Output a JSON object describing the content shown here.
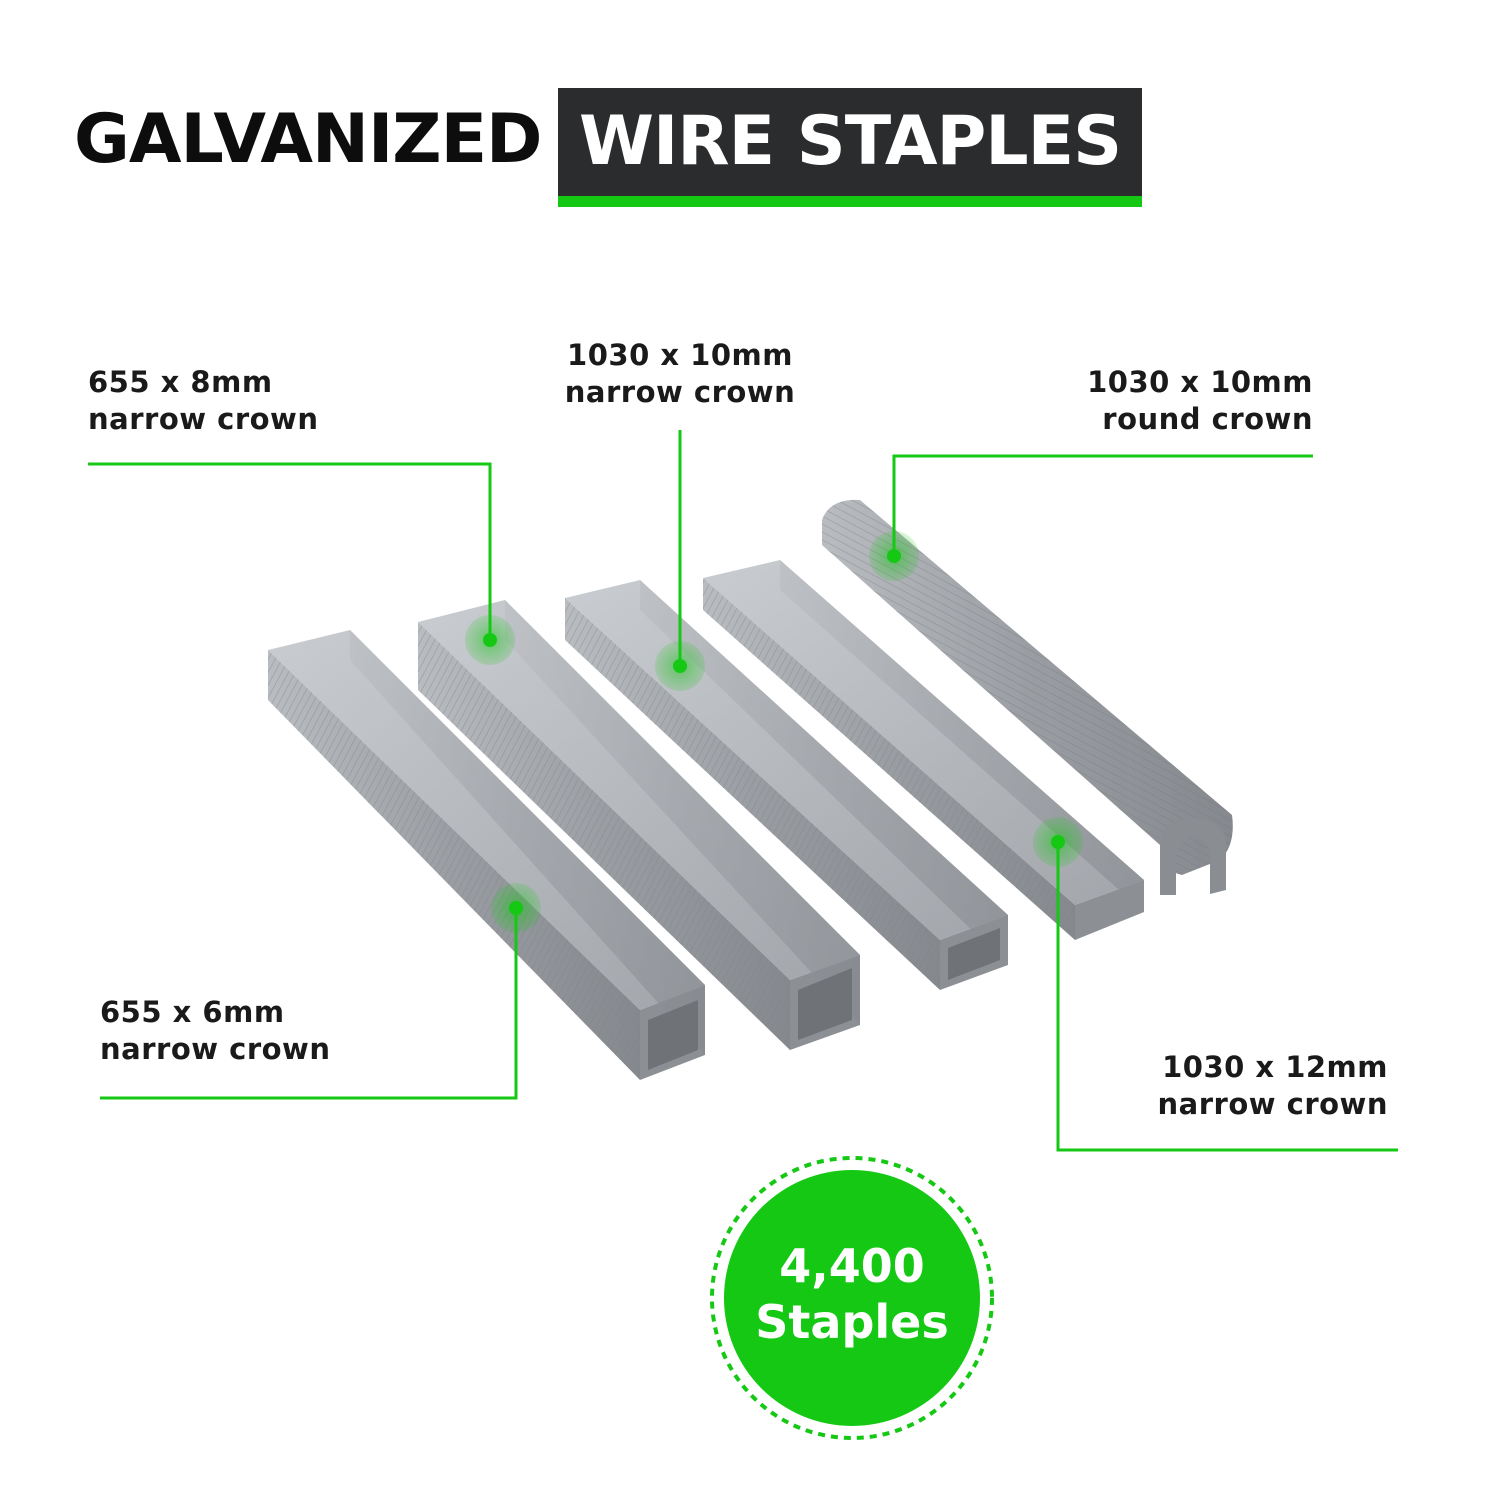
{
  "headline": {
    "part1": "GALVANIZED",
    "part2": "WIRE STAPLES"
  },
  "callouts": {
    "top_left": {
      "size": "655 x 8mm",
      "crown": "narrow crown"
    },
    "top_center": {
      "size": "1030 x 10mm",
      "crown": "narrow crown"
    },
    "top_right": {
      "size": "1030 x 10mm",
      "crown": "round crown"
    },
    "bottom_left": {
      "size": "655 x 6mm",
      "crown": "narrow crown"
    },
    "bottom_right": {
      "size": "1030 x 12mm",
      "crown": "narrow crown"
    }
  },
  "badge": {
    "count": "4,400",
    "unit": "Staples"
  },
  "colors": {
    "accent_green": "#14c814",
    "headline_box": "#2b2c2e",
    "staple_steel": "#9a9ea3"
  }
}
